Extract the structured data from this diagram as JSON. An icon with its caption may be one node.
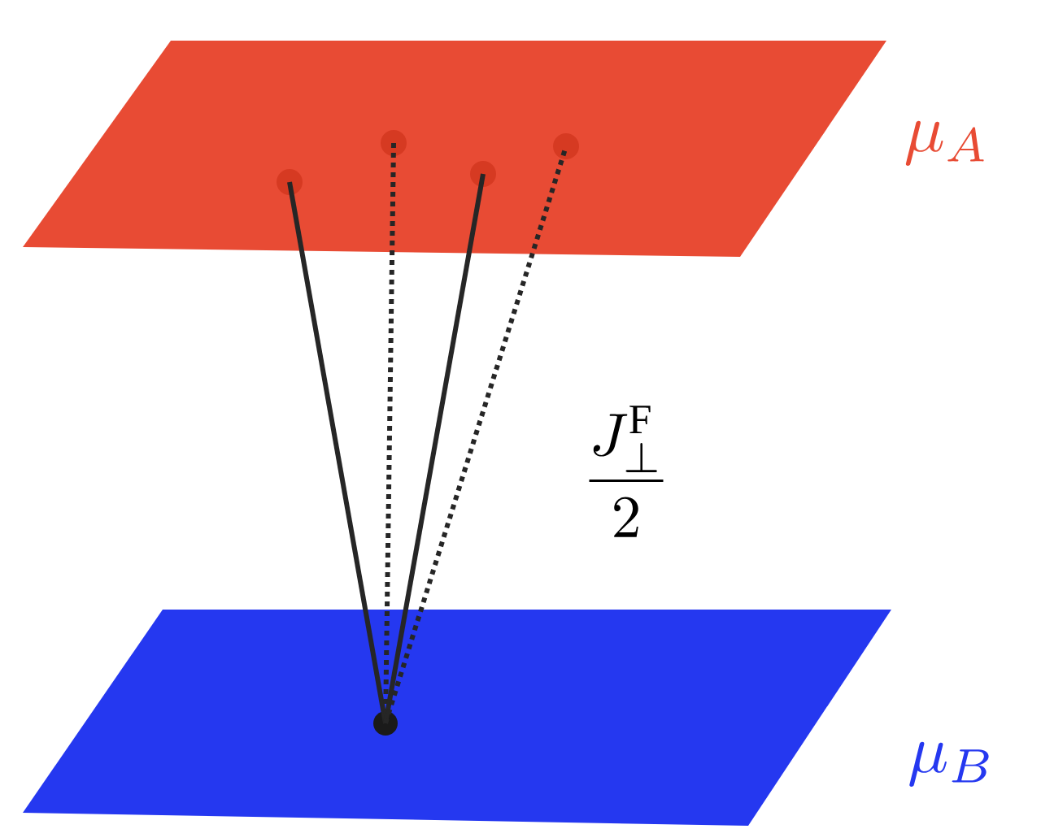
{
  "diagram": {
    "nodes": [
      {
        "text": [],
        "shape": "box",
        "beside": [
          "\\mu_A"
        ]
      },
      {
        "text": [],
        "shape": "circle",
        "in": 0
      },
      {
        "text": [],
        "shape": "circle",
        "in": 0
      },
      {
        "text": [],
        "shape": "circle",
        "in": 0
      },
      {
        "text": [],
        "shape": "circle",
        "in": 0
      },
      {
        "text": [],
        "shape": "box",
        "beside": [
          "\\mu_B"
        ]
      },
      {
        "text": [],
        "shape": "circle",
        "in": 5
      }
    ],
    "edges": [
      {
        "from": 6,
        "to": 1,
        "arrow": "none"
      },
      {
        "from": 6,
        "to": 2,
        "arrow": "none",
        "style": "dashed"
      },
      {
        "from": 6,
        "to": 3,
        "arrow": "none"
      },
      {
        "from": 6,
        "to": 4,
        "arrow": "none",
        "style": "dashed"
      }
    ],
    "labels": [
      "\\frac{J_\\perp^{\\mathrm{F}}}{2}"
    ]
  }
}
